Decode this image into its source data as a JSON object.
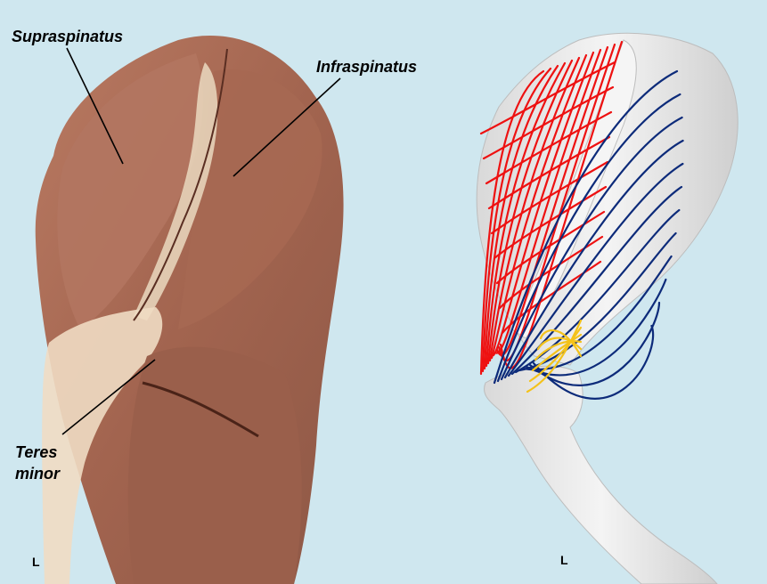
{
  "labels": {
    "supraspinatus": "Supraspinatus",
    "infraspinatus": "Infraspinatus",
    "teres_line1": "Teres",
    "teres_line2": "minor"
  },
  "side_marker_left": "L",
  "side_marker_right": "L",
  "colors": {
    "background": "#cfe7ef",
    "supraspinatus_fibers": "#ee1111",
    "infraspinatus_fibers": "#0d2b7a",
    "teres_minor_fibers": "#f4c21a",
    "bone": "#e9e9e9",
    "muscle": "#a9664f"
  }
}
